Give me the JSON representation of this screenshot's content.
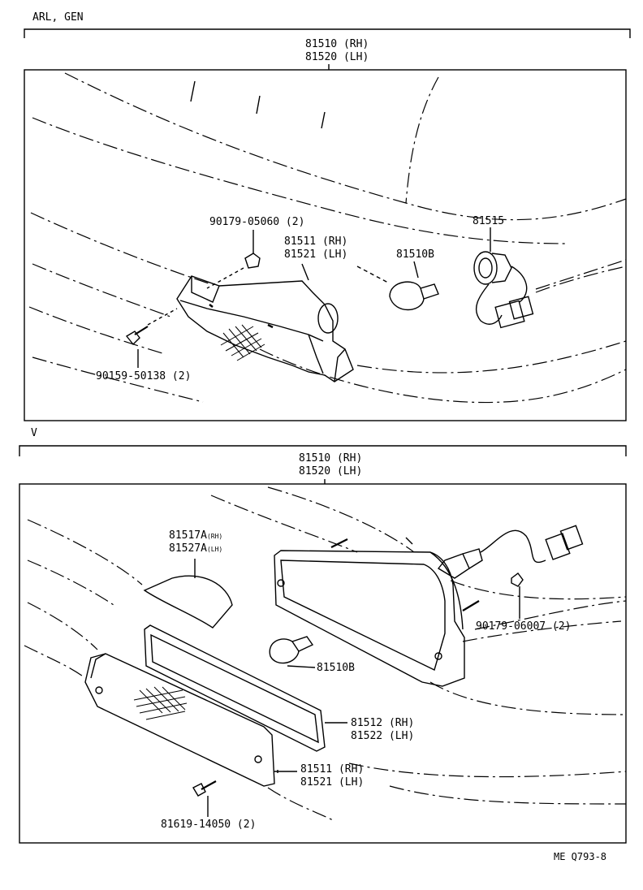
{
  "sections": [
    {
      "heading": "ARL, GEN",
      "assembly": [
        "81510 (RH)",
        "81520 (LH)"
      ],
      "parts": {
        "clip": "90179-05060 (2)",
        "lens_rh": "81511 (RH)",
        "lens_lh": "81521 (LH)",
        "bulb": "81510B",
        "socket": "81515",
        "screw": "90159-50138 (2)"
      }
    },
    {
      "heading": "V",
      "assembly": [
        "81510 (RH)",
        "81520 (LH)"
      ],
      "parts": {
        "reflector_rh": "81517A",
        "reflector_rh_side": "(RH)",
        "reflector_lh": "81527A",
        "reflector_lh_side": "(LH)",
        "bulb": "81510B",
        "nut": "90179-06007 (2)",
        "gasket_rh": "81512 (RH)",
        "gasket_lh": "81522 (LH)",
        "lens_rh": "81511 (RH)",
        "lens_lh": "81521 (LH)",
        "screw": "81619-14050 (2)"
      }
    }
  ],
  "figure_code": "ME Q793-8"
}
